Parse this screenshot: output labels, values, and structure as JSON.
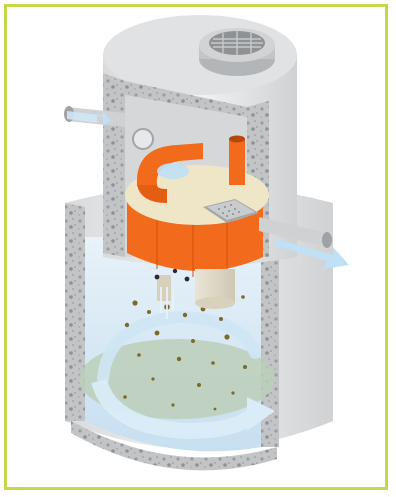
{
  "figure": {
    "subject": "cutaway-separator-tank",
    "colors": {
      "frame_border": "#c6d84a",
      "concrete_light": "#e6e7e8",
      "concrete_mid": "#c9cbcd",
      "concrete_dark": "#9fa2a5",
      "aggregate": "#8d9093",
      "insert_orange": "#f26a1b",
      "insert_orange_dark": "#d4520a",
      "insert_cream": "#efe6c7",
      "water_light": "#e2eef7",
      "water_blue": "#b9d6ec",
      "sediment_pool": "#bccfb8",
      "flow_arrow": "#bfe0f5",
      "particles": "#7d6a2a"
    },
    "components": [
      "manhole-cover",
      "inlet-pipe",
      "outlet-pipe",
      "vortex-insert",
      "vent-pipe",
      "outlet-screen",
      "riser-shaft",
      "settling-chamber",
      "swirl-flow-arrow",
      "sediment-particles"
    ]
  }
}
